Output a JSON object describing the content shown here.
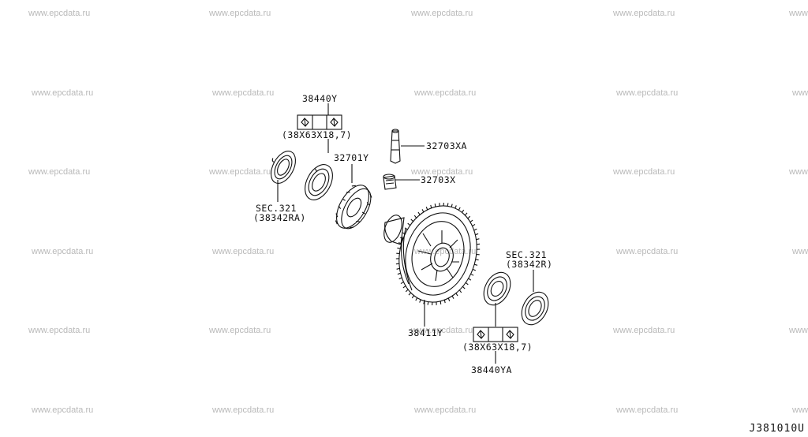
{
  "watermark": "www.epcdata.ru",
  "diagram_code": "J381010U",
  "labels": {
    "bearing_top_part": "38440Y",
    "bearing_top_size": "(38X63X18,7)",
    "pinion_gear": "32701Y",
    "shaft_part": "32703XA",
    "sleeve_part": "32703X",
    "sec_left_ref": "SEC.321",
    "sec_left_part": "(38342RA)",
    "sec_right_ref": "SEC.321",
    "sec_right_part": "(38342R)",
    "final_gear": "38411Y",
    "bearing_bottom_size": "(38X63X18,7)",
    "bearing_bottom_part": "38440YA"
  }
}
